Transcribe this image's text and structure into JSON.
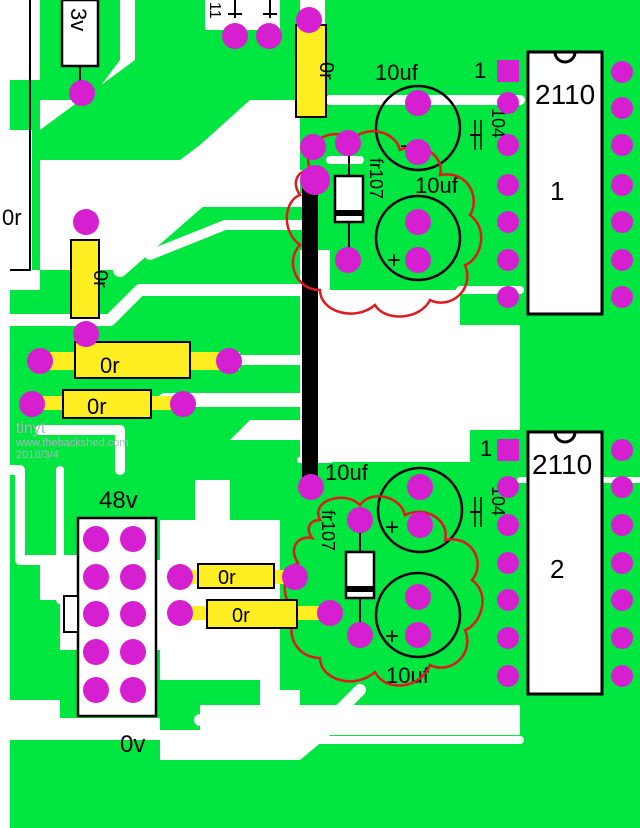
{
  "colors": {
    "copper": "#00e640",
    "pad": "#d61fd0",
    "silk": "#000000",
    "resistor": "#ffee22",
    "outline": "#e0191e",
    "background": "#ffffff",
    "watermark": "#a9b7c2"
  },
  "labels": {
    "v3": "3v",
    "r_top_vertical": "0r",
    "r_left_edge": "0r",
    "r_left_vertical": "0r",
    "r_mid_upper": "0r",
    "r_mid_lower": "0r",
    "r_bottom_upper": "0r",
    "r_bottom_lower": "0r",
    "cap_top_a": "10uf",
    "cap_top_b": "10uf",
    "cap_bottom_a": "10uf",
    "cap_bottom_b": "10uf",
    "cap_small_top": "104",
    "cap_small_bottom": "104",
    "diode_top": "fr107",
    "diode_bottom": "fr107",
    "ic_top_part": "2110",
    "ic_top_number": "1",
    "ic_bottom_part": "2110",
    "ic_bottom_number": "2",
    "ic_top_pin1": "1",
    "ic_bottom_pin1": "1",
    "connector_top": "48v",
    "connector_bottom": "0v",
    "plus": "+",
    "minus": "-",
    "top_edge_marks": "11"
  },
  "watermark": {
    "brand": "tinyt",
    "site": "www.thebackshed.com",
    "date": "2018/3/4"
  }
}
